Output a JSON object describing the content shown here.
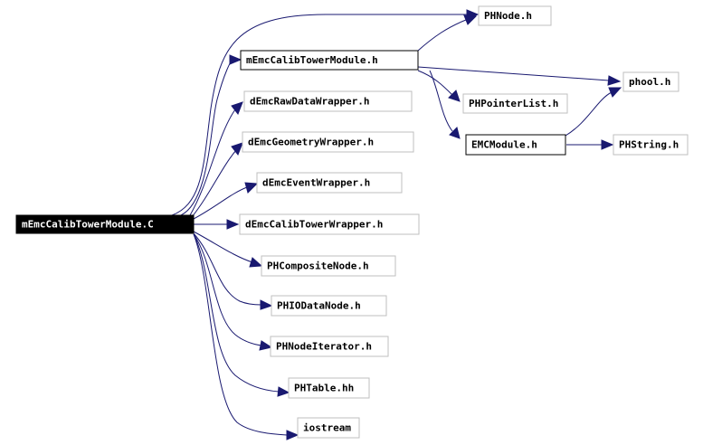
{
  "colors": {
    "edge": "#191970",
    "root_fill": "#000000",
    "root_text": "#ffffff",
    "node_border": "#bfbfbf",
    "linked_node_border": "#000000"
  },
  "nodes": {
    "root": "mEmcCalibTowerModule.C",
    "mEmcCalibTowerModule_h": "mEmcCalibTowerModule.h",
    "PHNode_h": "PHNode.h",
    "phool_h": "phool.h",
    "PHPointerList_h": "PHPointerList.h",
    "EMCModule_h": "EMCModule.h",
    "PHString_h": "PHString.h",
    "dEmcRawDataWrapper_h": "dEmcRawDataWrapper.h",
    "dEmcGeometryWrapper_h": "dEmcGeometryWrapper.h",
    "dEmcEventWrapper_h": "dEmcEventWrapper.h",
    "dEmcCalibTowerWrapper_h": "dEmcCalibTowerWrapper.h",
    "PHCompositeNode_h": "PHCompositeNode.h",
    "PHIODataNode_h": "PHIODataNode.h",
    "PHNodeIterator_h": "PHNodeIterator.h",
    "PHTable_hh": "PHTable.hh",
    "iostream": "iostream"
  },
  "edges": [
    [
      "root",
      "PHNode_h"
    ],
    [
      "root",
      "mEmcCalibTowerModule_h"
    ],
    [
      "root",
      "dEmcRawDataWrapper_h"
    ],
    [
      "root",
      "dEmcGeometryWrapper_h"
    ],
    [
      "root",
      "dEmcEventWrapper_h"
    ],
    [
      "root",
      "dEmcCalibTowerWrapper_h"
    ],
    [
      "root",
      "PHCompositeNode_h"
    ],
    [
      "root",
      "PHIODataNode_h"
    ],
    [
      "root",
      "PHNodeIterator_h"
    ],
    [
      "root",
      "PHTable_hh"
    ],
    [
      "root",
      "iostream"
    ],
    [
      "mEmcCalibTowerModule_h",
      "PHNode_h"
    ],
    [
      "mEmcCalibTowerModule_h",
      "phool_h"
    ],
    [
      "mEmcCalibTowerModule_h",
      "PHPointerList_h"
    ],
    [
      "mEmcCalibTowerModule_h",
      "EMCModule_h"
    ],
    [
      "EMCModule_h",
      "phool_h"
    ],
    [
      "EMCModule_h",
      "PHString_h"
    ]
  ]
}
